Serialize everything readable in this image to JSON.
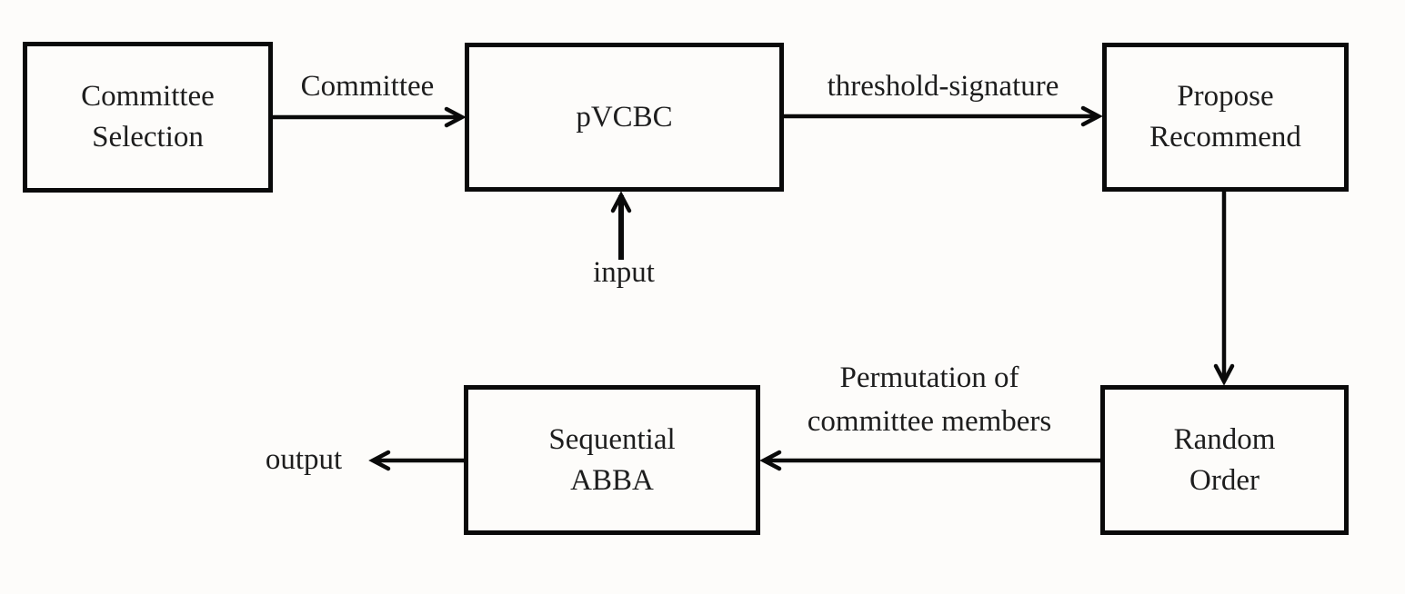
{
  "diagram": {
    "nodes": {
      "committee_selection": {
        "label": "Committee\nSelection"
      },
      "pvcbc": {
        "label": "pVCBC"
      },
      "propose_recommend": {
        "label": "Propose\nRecommend"
      },
      "random_order": {
        "label": "Random\nOrder"
      },
      "sequential_abba": {
        "label": "Sequential\nABBA"
      }
    },
    "edge_labels": {
      "committee": "Committee",
      "threshold_signature": "threshold-signature",
      "input": "input",
      "permutation": "Permutation of\ncommittee members",
      "output": "output"
    },
    "colors": {
      "line": "#0a0a0a",
      "text": "#1d1d1d",
      "background": "#fdfcfa"
    }
  }
}
